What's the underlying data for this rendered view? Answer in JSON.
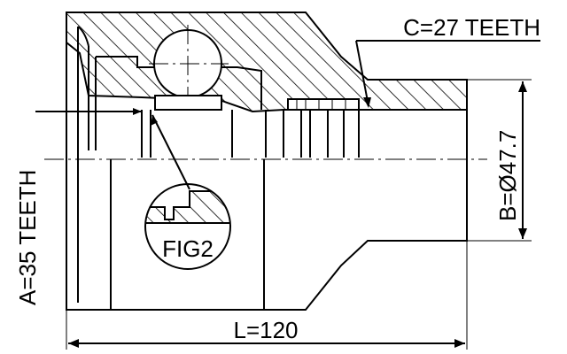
{
  "diagram": {
    "labels": {
      "spline_a": "A=35 TEETH",
      "spline_c": "C=27 TEETH",
      "diameter_b": "B=Ø47.7",
      "length_l": "L=120",
      "detail": "FIG2"
    },
    "colors": {
      "line": "#000000",
      "background": "#ffffff"
    }
  }
}
